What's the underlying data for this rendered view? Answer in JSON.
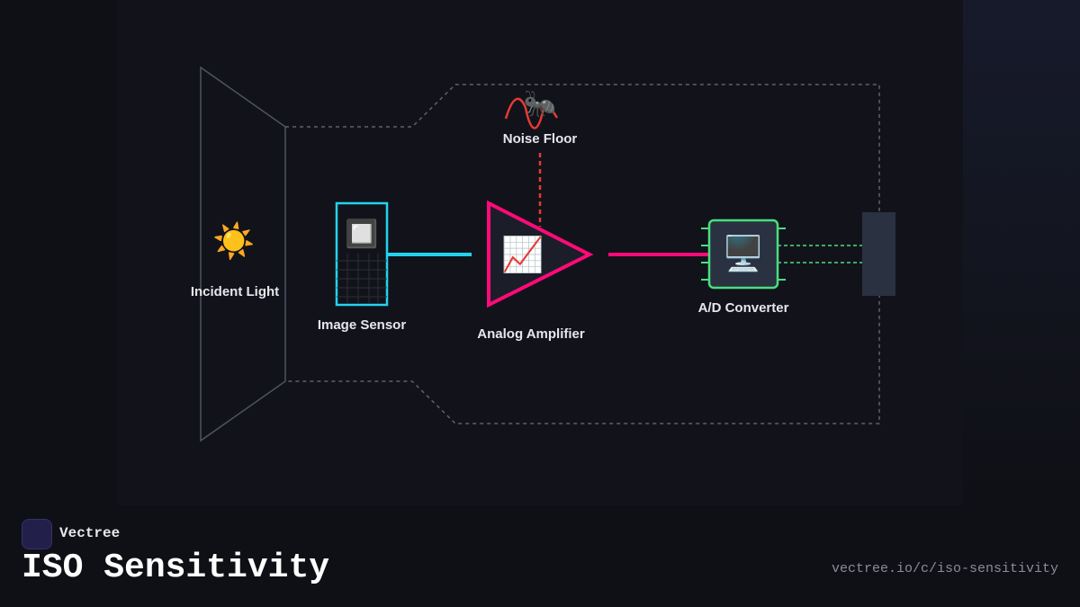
{
  "diagram": {
    "nodes": {
      "incident_light": {
        "label": "Incident Light",
        "icon": "sun-icon",
        "emoji": "☀️"
      },
      "image_sensor": {
        "label": "Image Sensor",
        "icon": "sensor-chip-icon",
        "emoji": "🔲"
      },
      "analog_amplifier": {
        "label": "Analog Amplifier",
        "icon": "chart-increasing-icon",
        "emoji": "📈"
      },
      "noise_floor": {
        "label": "Noise Floor",
        "icon": "ant-icon",
        "emoji": "🐜"
      },
      "ad_converter": {
        "label": "A/D Converter",
        "icon": "computer-icon",
        "emoji": "🖥️"
      }
    },
    "colors": {
      "sensor": "#22d3ee",
      "amplifier": "#ff0a78",
      "noise": "#e53935",
      "converter": "#4ade80",
      "outline": "#4b5563"
    }
  },
  "footer": {
    "brand": "Vectree",
    "title": "ISO Sensitivity",
    "url": "vectree.io/c/iso-sensitivity"
  }
}
